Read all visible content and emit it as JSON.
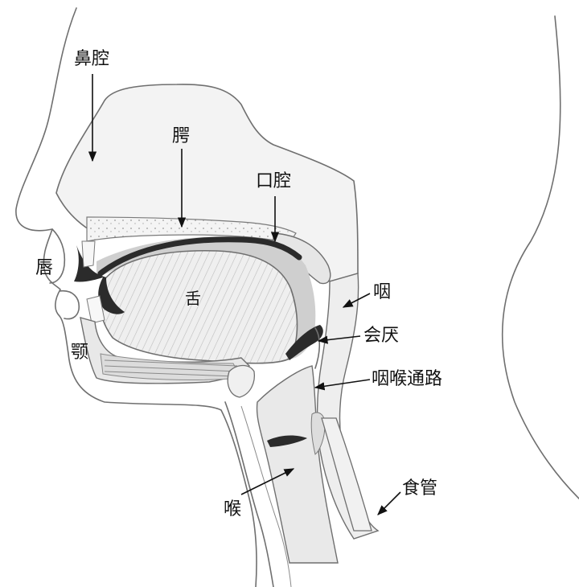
{
  "labels": {
    "nasal_cavity": "鼻腔",
    "palate": "腭",
    "oral_cavity": "口腔",
    "lip": "唇",
    "tongue": "舌",
    "pharynx": "咽",
    "epiglottis": "会厌",
    "jaw": "颚",
    "pharyngeal_passage": "咽喉通路",
    "larynx": "喉",
    "esophagus": "食管"
  },
  "colors": {
    "ink": "#111111",
    "outline": "#6f6f6f",
    "tissue": "#f2f2f2",
    "cavity": "#ececec",
    "dark": "#2b2b2b"
  }
}
